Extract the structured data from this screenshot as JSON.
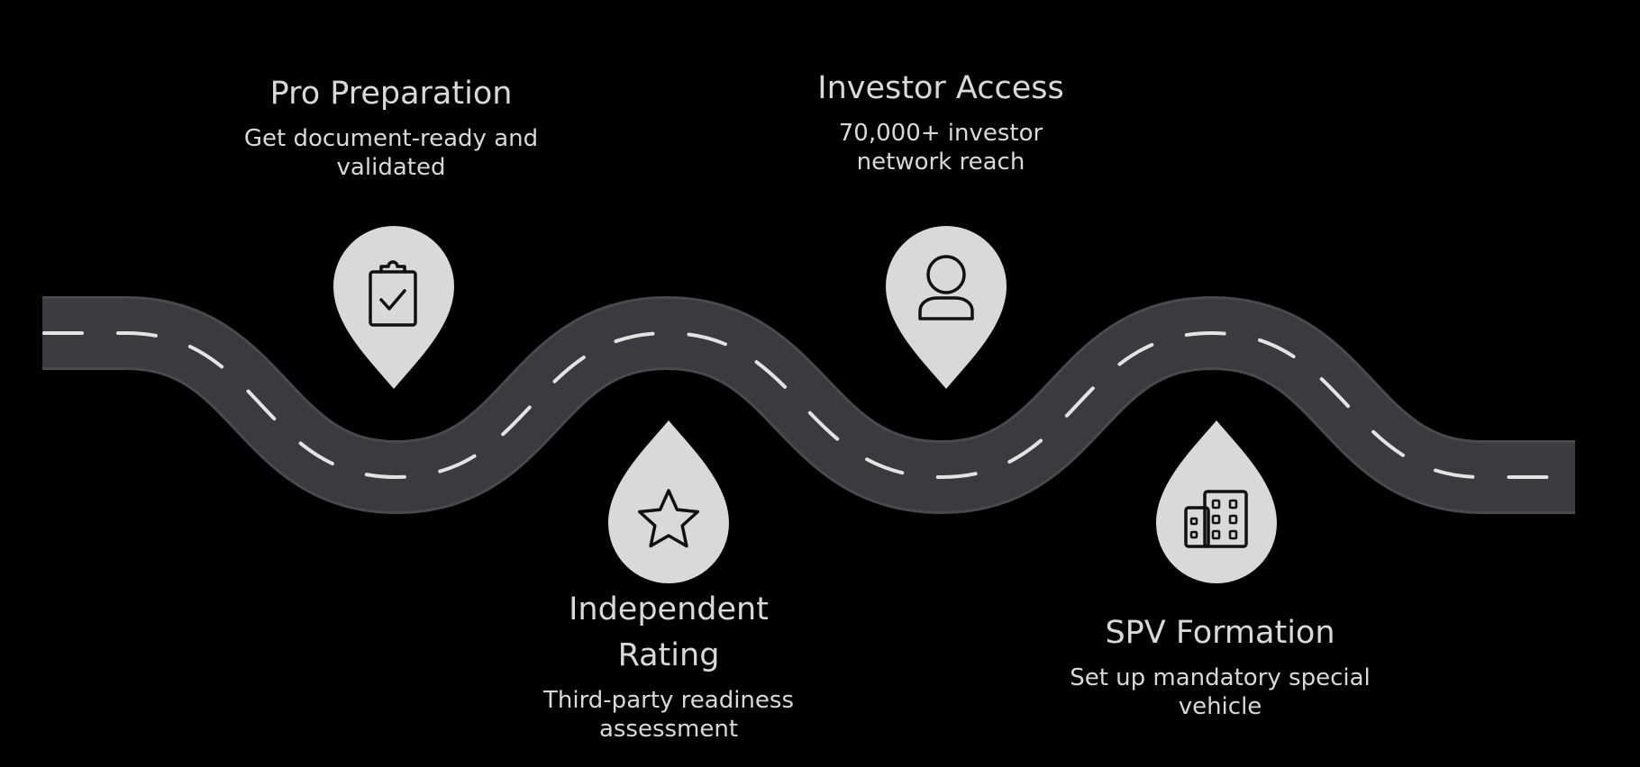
{
  "colors": {
    "background": "#000000",
    "road": "#3b3a3e",
    "road_edge": "#4a494e",
    "lane_marking": "#e3e3e3",
    "pin": "#d9d9d9",
    "icon_stroke": "#111111",
    "text": "#d9d9d9"
  },
  "steps": [
    {
      "title": "Pro Preparation",
      "description": "Get document-ready and validated",
      "icon": "clipboard-check-icon",
      "pin_direction": "down"
    },
    {
      "title": "Investor Access",
      "description": "70,000+ investor network reach",
      "icon": "user-icon",
      "pin_direction": "down"
    },
    {
      "title": "Independent Rating",
      "description": "Third-party readiness assessment",
      "icon": "star-icon",
      "pin_direction": "up"
    },
    {
      "title": "SPV Formation",
      "description": "Set up mandatory special vehicle",
      "icon": "building-icon",
      "pin_direction": "up"
    }
  ]
}
